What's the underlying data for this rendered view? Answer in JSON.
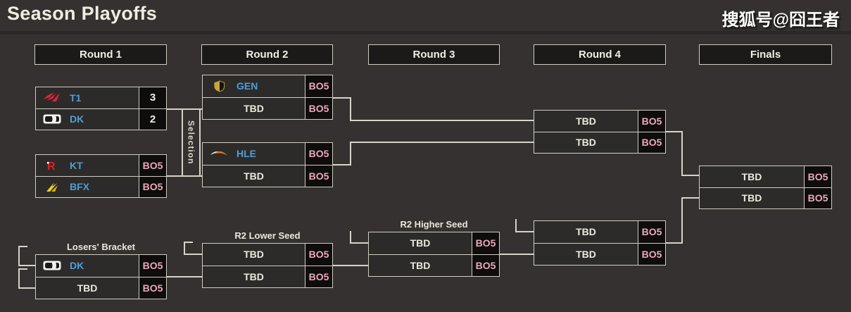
{
  "page": {
    "title": "Season Playoffs",
    "watermark": "搜狐号@囧王者"
  },
  "rounds": [
    "Round 1",
    "Round 2",
    "Round 3",
    "Round 4",
    "Finals"
  ],
  "labels": {
    "selection": "Selection",
    "losers_bracket": "Losers' Bracket",
    "r2_lower_seed": "R2 Lower Seed",
    "r2_higher_seed": "R2 Higher Seed"
  },
  "colors": {
    "background": "#343130",
    "header_bg": "#1b1a19",
    "box_bg": "#2d2b29",
    "score_bg": "#0e0d0c",
    "border": "#d0cdc4",
    "connector": "#d6d3ca",
    "team_blue": "#4f9ed9",
    "bo5_pink": "#eaa9ba",
    "text_light": "#ece9df"
  },
  "matches": {
    "ub_r1_m1": {
      "slots": [
        {
          "name": "T1",
          "score": "3",
          "icon": "t1-logo"
        },
        {
          "name": "DK",
          "score": "2",
          "icon": "dk-logo"
        }
      ]
    },
    "ub_r1_m2": {
      "slots": [
        {
          "name": "KT",
          "score": "BO5",
          "icon": "kt-logo"
        },
        {
          "name": "BFX",
          "score": "BO5",
          "icon": "bfx-logo"
        }
      ]
    },
    "ub_r2_m1": {
      "slots": [
        {
          "name": "GEN",
          "score": "BO5",
          "icon": "gen-logo"
        },
        {
          "name": "TBD",
          "score": "BO5",
          "icon": null
        }
      ]
    },
    "ub_r2_m2": {
      "slots": [
        {
          "name": "HLE",
          "score": "BO5",
          "icon": "hle-logo"
        },
        {
          "name": "TBD",
          "score": "BO5",
          "icon": null
        }
      ]
    },
    "ub_r4": {
      "slots": [
        {
          "name": "TBD",
          "score": "BO5",
          "icon": null
        },
        {
          "name": "TBD",
          "score": "BO5",
          "icon": null
        }
      ]
    },
    "finals": {
      "slots": [
        {
          "name": "TBD",
          "score": "BO5",
          "icon": null
        },
        {
          "name": "TBD",
          "score": "BO5",
          "icon": null
        }
      ]
    },
    "lb_r1": {
      "slots": [
        {
          "name": "DK",
          "score": "BO5",
          "icon": "dk-logo"
        },
        {
          "name": "TBD",
          "score": "BO5",
          "icon": null
        }
      ]
    },
    "lb_r2": {
      "slots": [
        {
          "name": "TBD",
          "score": "BO5",
          "icon": null
        },
        {
          "name": "TBD",
          "score": "BO5",
          "icon": null
        }
      ]
    },
    "lb_r3": {
      "slots": [
        {
          "name": "TBD",
          "score": "BO5",
          "icon": null
        },
        {
          "name": "TBD",
          "score": "BO5",
          "icon": null
        }
      ]
    },
    "lb_r4": {
      "slots": [
        {
          "name": "TBD",
          "score": "BO5",
          "icon": null
        },
        {
          "name": "TBD",
          "score": "BO5",
          "icon": null
        }
      ]
    }
  }
}
